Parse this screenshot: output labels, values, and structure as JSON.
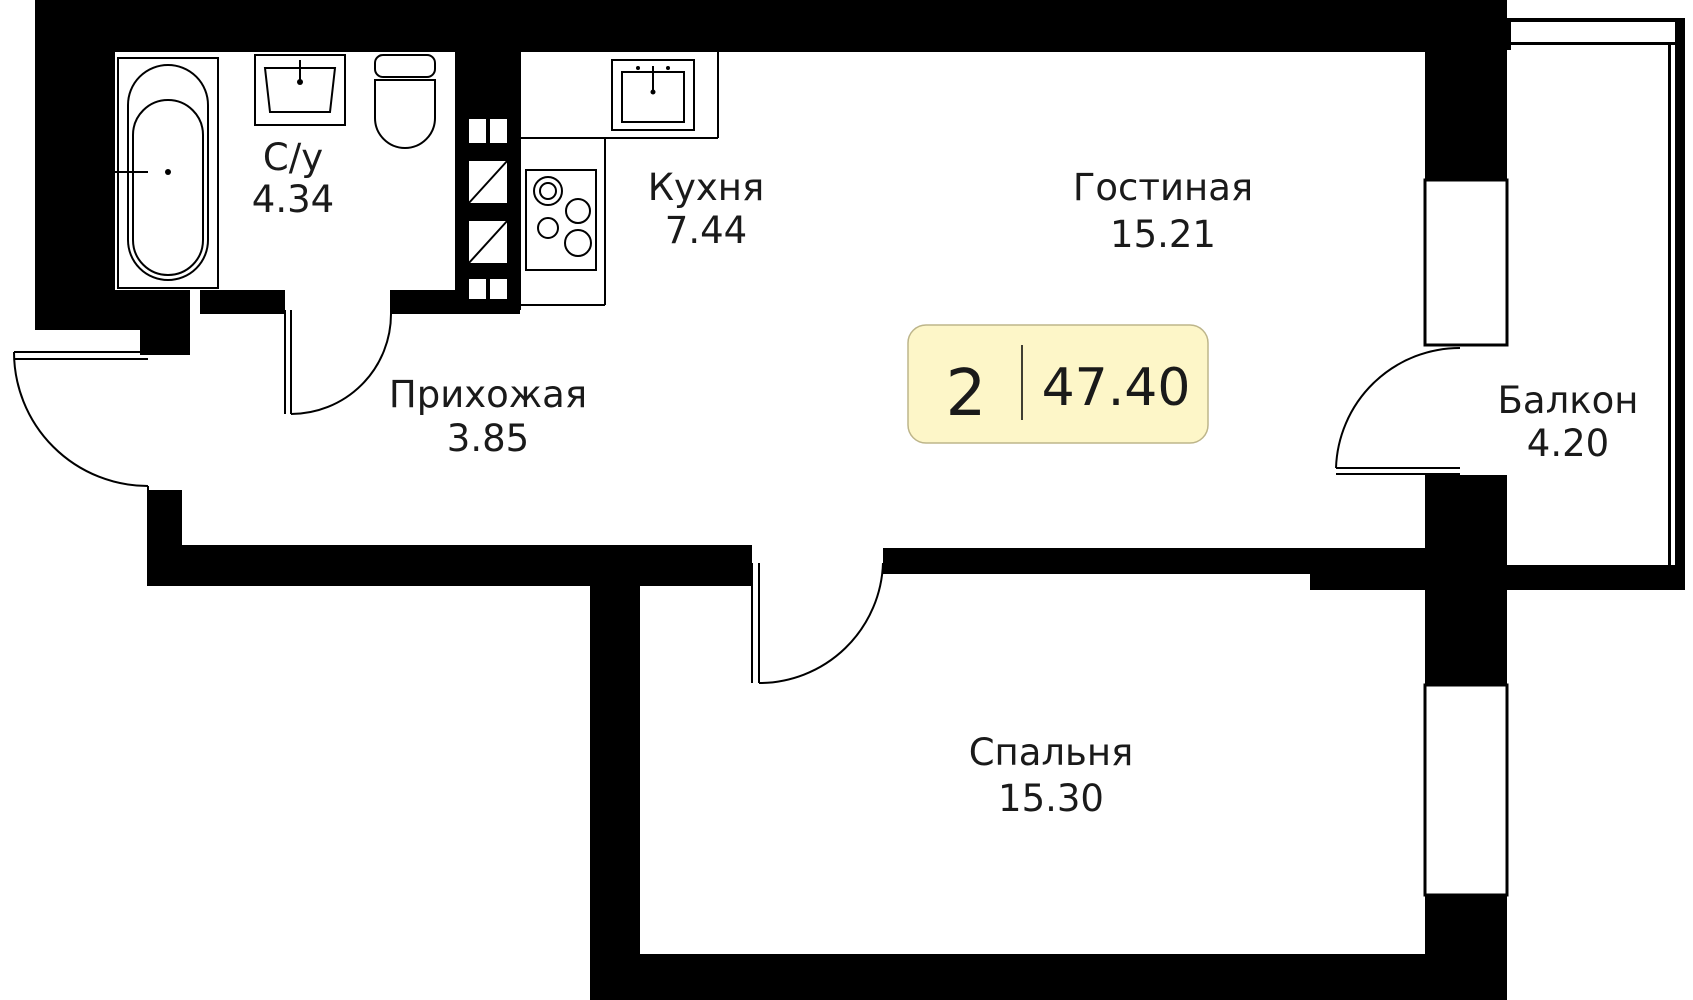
{
  "apartment": {
    "rooms_count": "2",
    "total_area": "47.40",
    "badge_color": "#fdf6c8"
  },
  "rooms": {
    "bathroom": {
      "name": "С/у",
      "area": "4.34"
    },
    "kitchen": {
      "name": "Кухня",
      "area": "7.44"
    },
    "living": {
      "name": "Гостиная",
      "area": "15.21"
    },
    "hallway": {
      "name": "Прихожая",
      "area": "3.85"
    },
    "balcony": {
      "name": "Балкон",
      "area": "4.20"
    },
    "bedroom": {
      "name": "Спальня",
      "area": "15.30"
    }
  },
  "fixtures": [
    "bathtub-icon",
    "sink-icon",
    "toilet-icon",
    "kitchen-sink-icon",
    "stove-icon"
  ]
}
